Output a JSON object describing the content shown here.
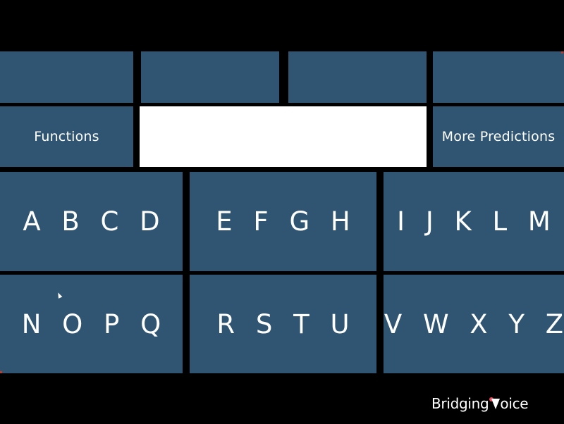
{
  "top_row": [
    {
      "label": ""
    },
    {
      "label": ""
    },
    {
      "label": ""
    },
    {
      "label": ""
    }
  ],
  "functions": {
    "label": "Functions"
  },
  "text_box": {
    "value": ""
  },
  "more_predictions": {
    "label": "More Predictions"
  },
  "letter_keys": [
    {
      "label": "A B C D"
    },
    {
      "label": "E F G H"
    },
    {
      "label": "I J K L M"
    },
    {
      "label": "N O P Q"
    },
    {
      "label": "R S T U"
    },
    {
      "label": "V W X Y Z"
    }
  ],
  "logo": {
    "brand": "BridgingVoice",
    "part1": "Bridging",
    "part2": "oice"
  },
  "colors": {
    "background": "#000000",
    "tile": "#2f5573",
    "text": "#ffffff",
    "text_box": "#ffffff",
    "accent": "#e94b5b"
  }
}
